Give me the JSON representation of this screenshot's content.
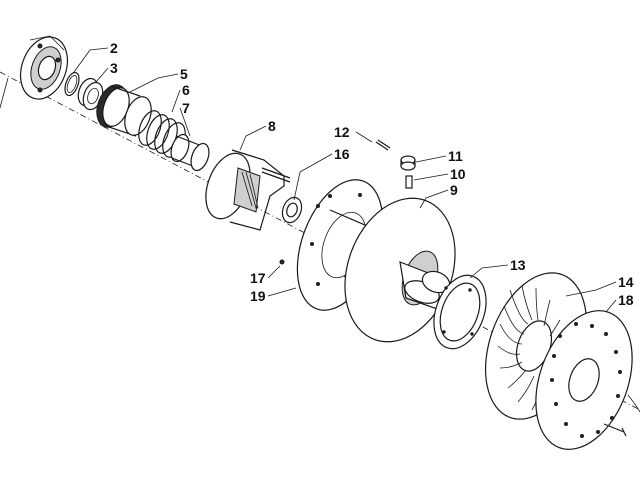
{
  "callouts": [
    {
      "id": "c2",
      "text": "2"
    },
    {
      "id": "c3",
      "text": "3"
    },
    {
      "id": "c5",
      "text": "5"
    },
    {
      "id": "c6",
      "text": "6"
    },
    {
      "id": "c7",
      "text": "7"
    },
    {
      "id": "c8",
      "text": "8"
    },
    {
      "id": "c12",
      "text": "12"
    },
    {
      "id": "c16",
      "text": "16"
    },
    {
      "id": "c11",
      "text": "11"
    },
    {
      "id": "c10",
      "text": "10"
    },
    {
      "id": "c9",
      "text": "9"
    },
    {
      "id": "c13",
      "text": "13"
    },
    {
      "id": "c14",
      "text": "14"
    },
    {
      "id": "c18",
      "text": "18"
    },
    {
      "id": "c17",
      "text": "17"
    },
    {
      "id": "c19",
      "text": "19"
    }
  ]
}
